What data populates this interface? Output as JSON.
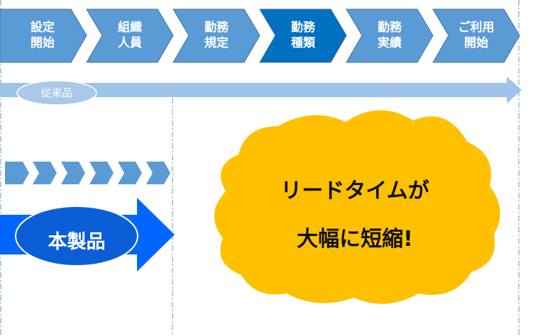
{
  "process_steps": [
    {
      "line1": "設定",
      "line2": "開始",
      "color": "#5b9bd5"
    },
    {
      "line1": "組織",
      "line2": "人員",
      "color": "#5b9bd5"
    },
    {
      "line1": "勤務",
      "line2": "規定",
      "color": "#5b9bd5"
    },
    {
      "line1": "勤務",
      "line2": "種類",
      "color": "#0070c0"
    },
    {
      "line1": "勤務",
      "line2": "実績",
      "color": "#5b9bd5"
    },
    {
      "line1": "ご利用",
      "line2": "開始",
      "color": "#5b9bd5"
    }
  ],
  "legacy": {
    "label": "従来品",
    "arrow_color": "#9dc3e6"
  },
  "product": {
    "label": "本製品",
    "arrow_color": "#0066ff",
    "ellipse_color": "#0a5fd6"
  },
  "burst": {
    "line1": "リードタイムが",
    "line2": "大幅に短縮!",
    "color": "#ffc000"
  }
}
